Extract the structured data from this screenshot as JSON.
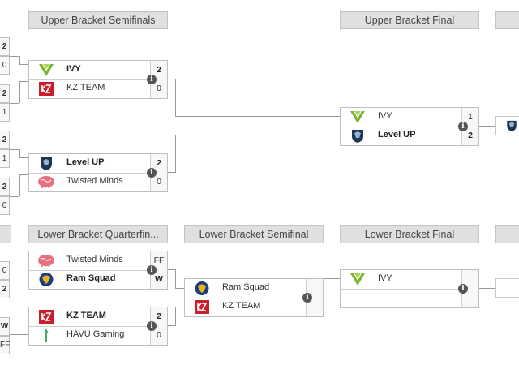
{
  "headers": {
    "ub_semis": "Upper Bracket Semifinals",
    "ub_final": "Upper Bracket Final",
    "lb_quarters": "Lower Bracket Quarterfin...",
    "lb_semi": "Lower Bracket Semifinal",
    "lb_final": "Lower Bracket Final"
  },
  "info_glyph": "i",
  "left_scores": [
    "2",
    "0",
    "2",
    "1",
    "2",
    "1",
    "2",
    "0",
    "0",
    "2",
    "W",
    "FF"
  ],
  "matches": {
    "ubs1": {
      "t1": "IVY",
      "s1": "2",
      "t2": "KZ TEAM",
      "s2": "0"
    },
    "ubs2": {
      "t1": "Level UP",
      "s1": "2",
      "t2": "Twisted Minds",
      "s2": "0"
    },
    "ubf": {
      "t1": "IVY",
      "s1": "1",
      "t2": "Level UP",
      "s2": "2"
    },
    "lbq1": {
      "t1": "Twisted Minds",
      "s1": "FF",
      "t2": "Ram Squad",
      "s2": "W"
    },
    "lbq2": {
      "t1": "KZ TEAM",
      "s1": "2",
      "t2": "HAVU Gaming",
      "s2": "0"
    },
    "lbs": {
      "t1": "Ram Squad",
      "s1": "",
      "t2": "KZ TEAM",
      "s2": ""
    },
    "lbf": {
      "t1": "IVY",
      "s1": "",
      "t2": "",
      "s2": ""
    }
  },
  "colors": {
    "ivy": "#7ab32e",
    "kz": "#c8202a",
    "levelup": "#1f3550",
    "twisted": "#e8707e",
    "ram": "#1c3d7a",
    "havu": "#4aa86a"
  }
}
